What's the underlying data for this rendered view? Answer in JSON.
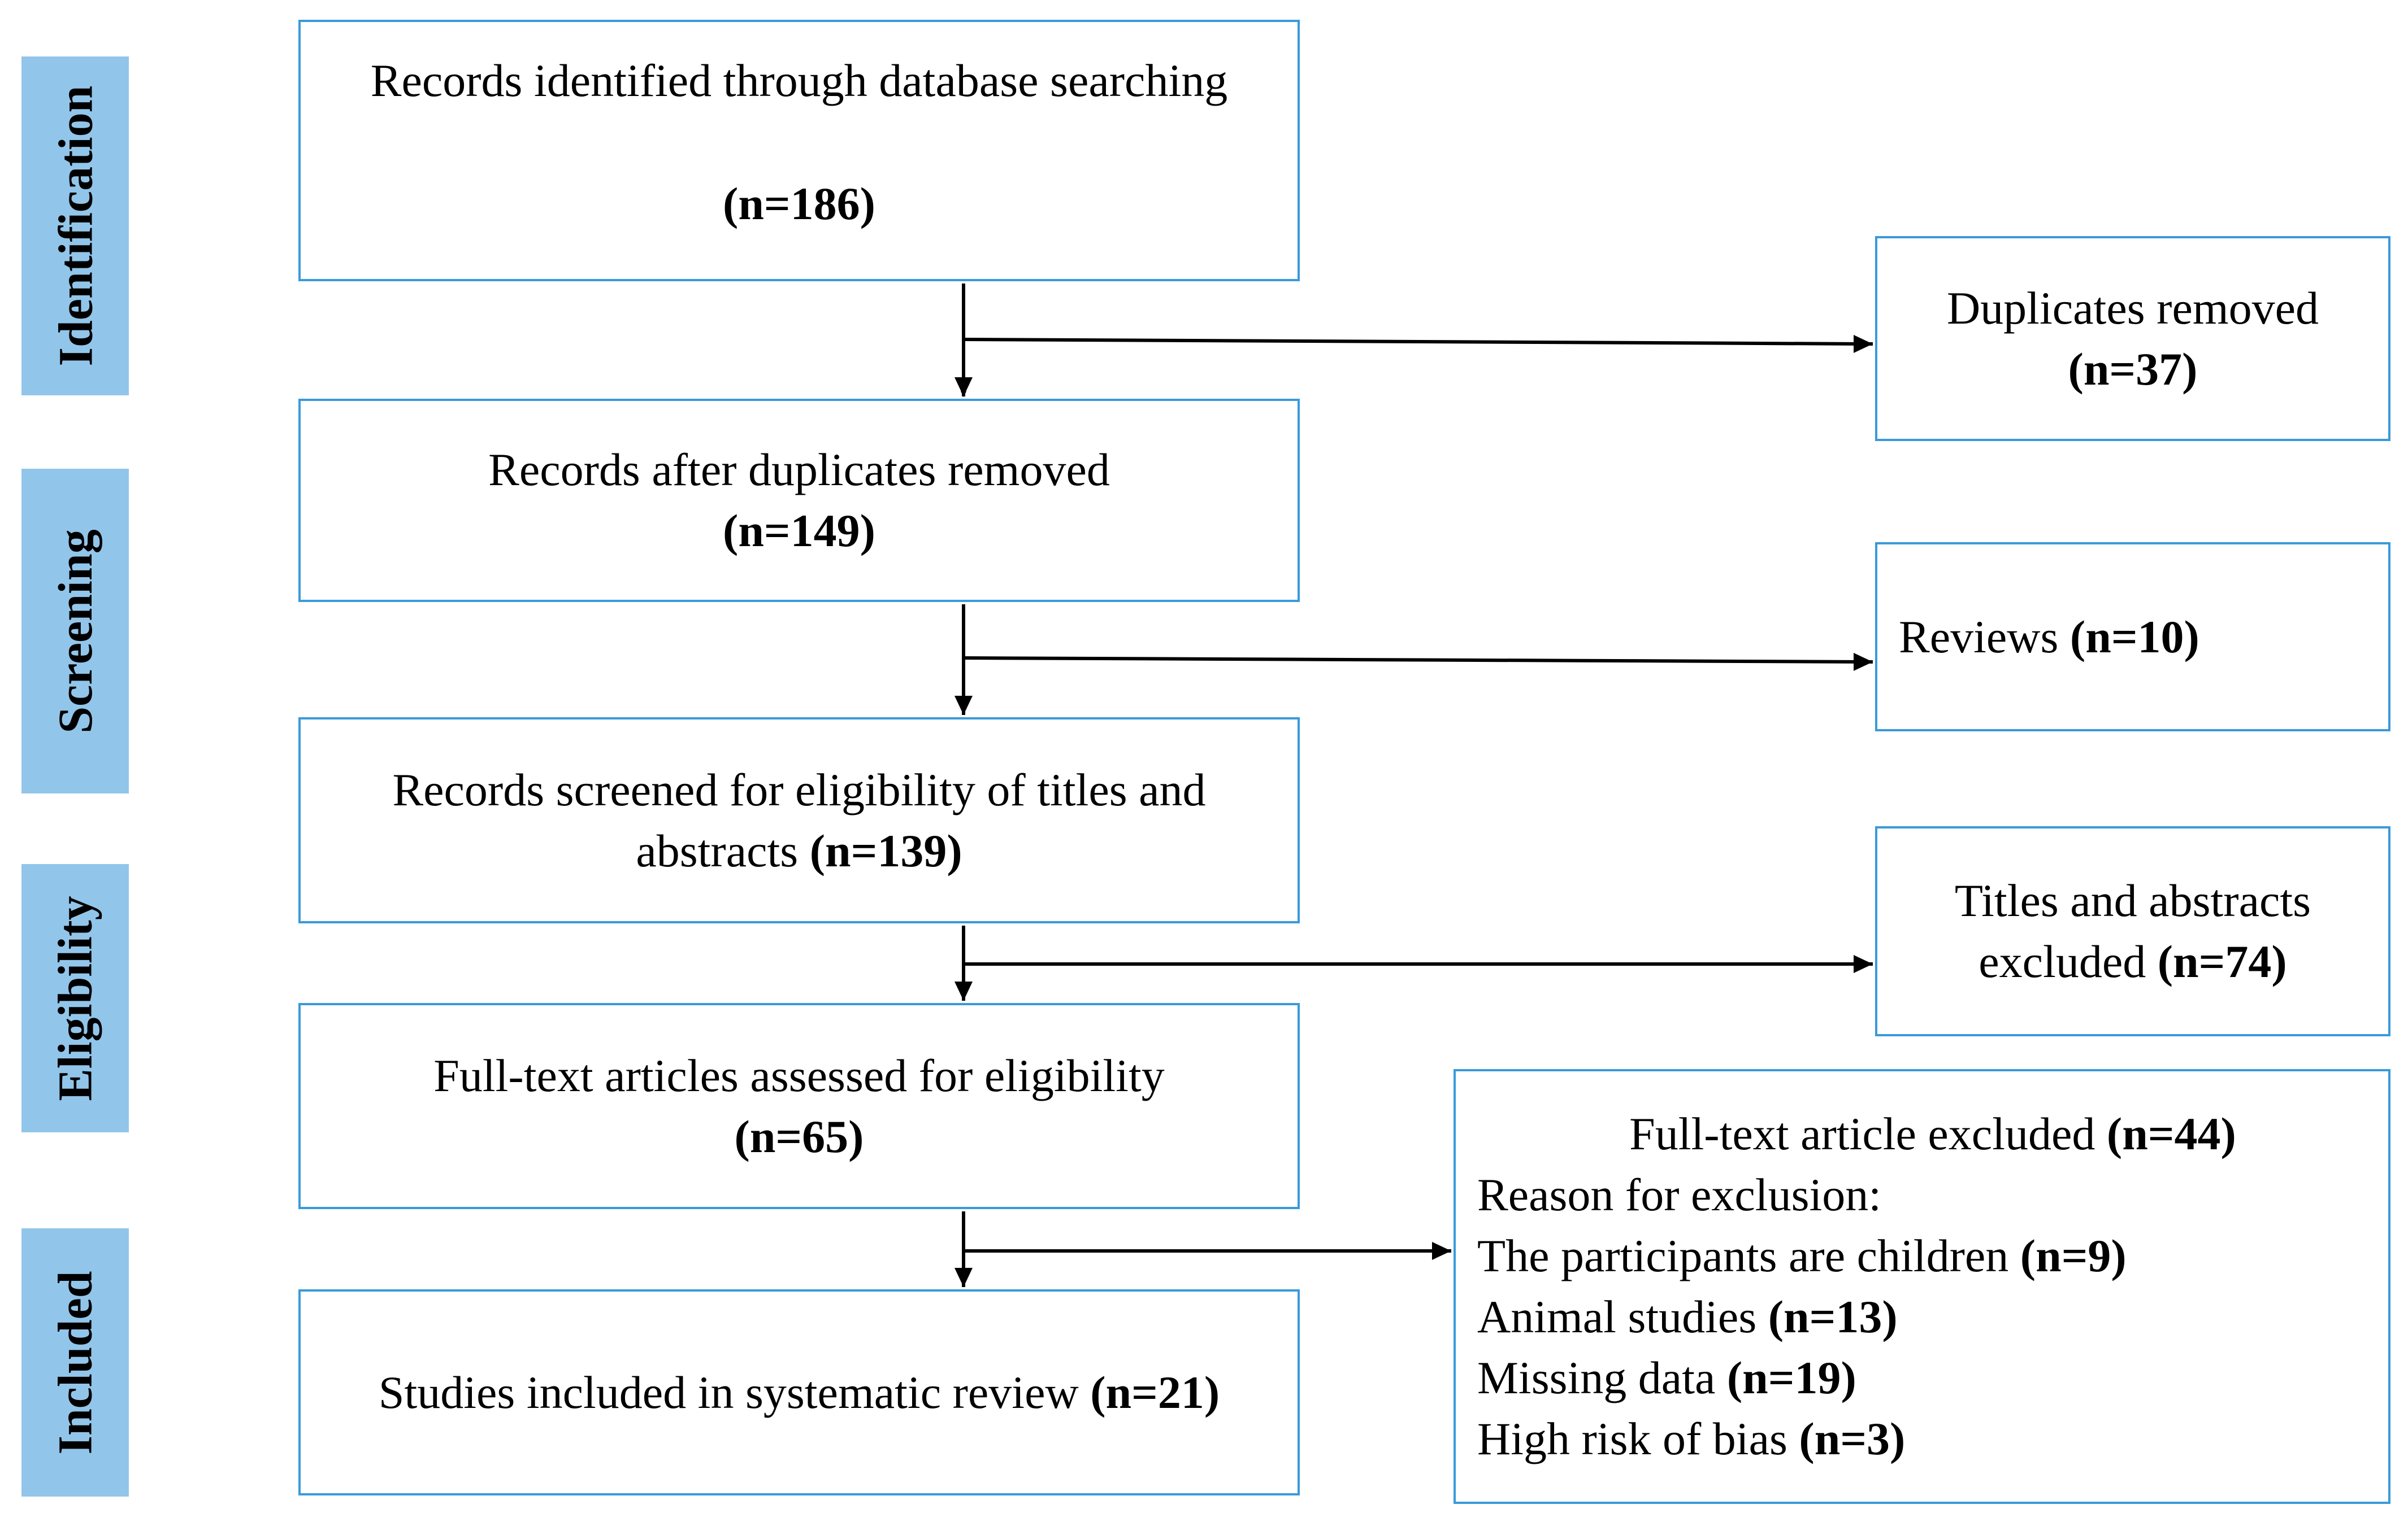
{
  "colors": {
    "phase_fill": "#92c5ea",
    "box_border": "#3a9ad9",
    "arrow": "#000000"
  },
  "phases": {
    "identification": "Identification",
    "screening": "Screening",
    "eligibility": "Eligibility",
    "included": "Included"
  },
  "main_boxes": {
    "identified": {
      "text": "Records identified through database searching",
      "count": "(n=186)"
    },
    "after_duplicates": {
      "text": "Records after duplicates removed",
      "count": "(n=149)"
    },
    "screened": {
      "text_line1": "Records screened for eligibility of titles and",
      "text_line2": "abstracts",
      "count": "(n=139)"
    },
    "full_text": {
      "text": "Full-text articles assessed for eligibility",
      "count": "(n=65)"
    },
    "included": {
      "text": "Studies included in systematic review",
      "count": "(n=21)"
    }
  },
  "side_boxes": {
    "duplicates": {
      "text": "Duplicates removed",
      "count": "(n=37)"
    },
    "reviews": {
      "text": "Reviews",
      "count": "(n=10)"
    },
    "titles_excluded": {
      "text_line1": "Titles and abstracts",
      "text_line2": "excluded",
      "count": "(n=74)"
    },
    "full_text_excluded": {
      "title": "Full-text article excluded",
      "title_count": "(n=44)",
      "reason_heading": "Reason for exclusion:",
      "reasons": [
        {
          "text": "The participants are children",
          "count": "(n=9)"
        },
        {
          "text": "Animal studies",
          "count": "(n=13)"
        },
        {
          "text": "Missing data",
          "count": "(n=19)"
        },
        {
          "text": "High risk of bias",
          "count": "(n=3)"
        }
      ]
    }
  }
}
